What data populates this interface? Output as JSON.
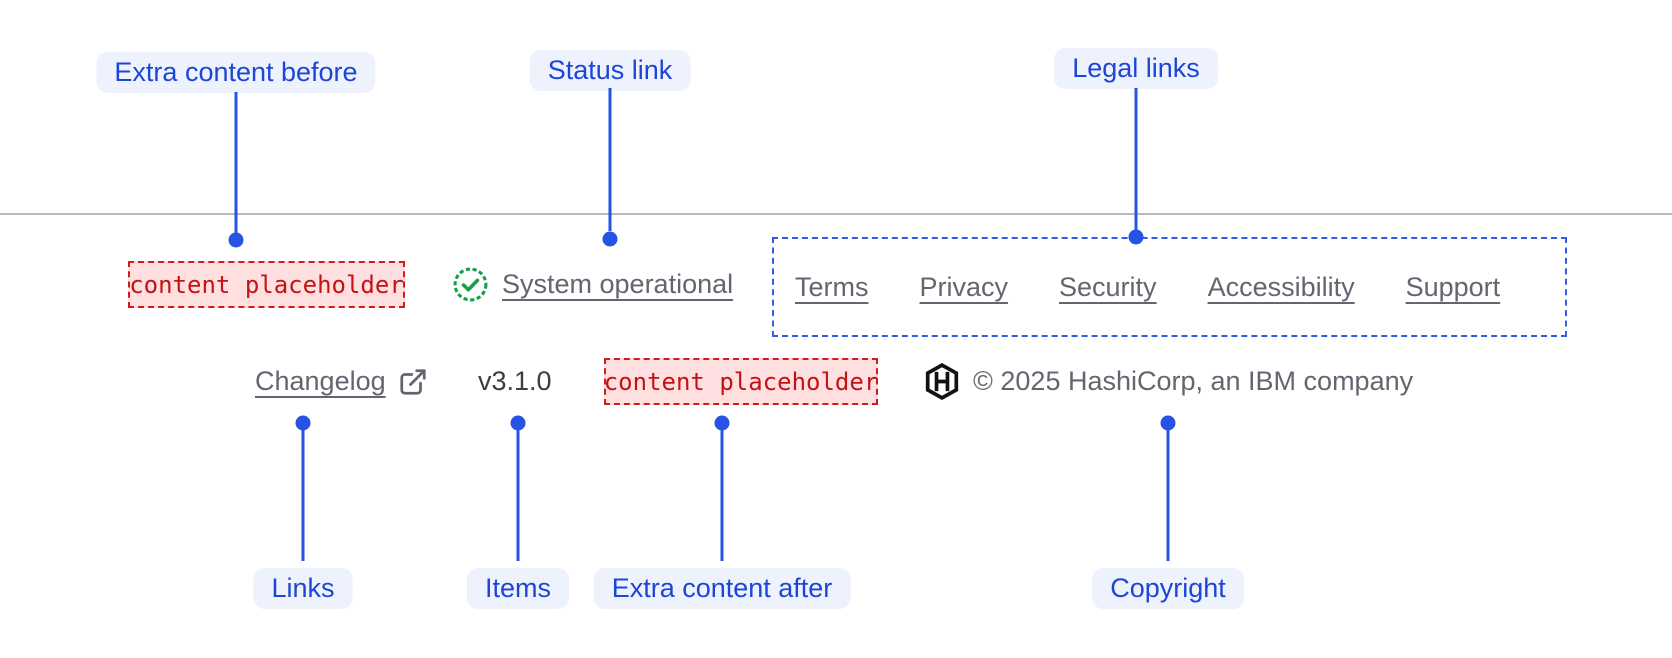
{
  "callouts": {
    "top": [
      {
        "label": "Extra content before"
      },
      {
        "label": "Status link"
      },
      {
        "label": "Legal links"
      }
    ],
    "bottom": [
      {
        "label": "Links"
      },
      {
        "label": "Items"
      },
      {
        "label": "Extra content after"
      },
      {
        "label": "Copyright"
      }
    ]
  },
  "footer": {
    "extra_content_before": {
      "placeholder_text": "content placeholder"
    },
    "status_link": {
      "icon": "check-circle-icon",
      "label": "System operational"
    },
    "legal_links": {
      "items": [
        {
          "label": "Terms"
        },
        {
          "label": "Privacy"
        },
        {
          "label": "Security"
        },
        {
          "label": "Accessibility"
        },
        {
          "label": "Support"
        }
      ]
    },
    "links": {
      "items": [
        {
          "label": "Changelog",
          "icon": "external-link-icon"
        }
      ]
    },
    "items": {
      "version": "v3.1.0"
    },
    "extra_content_after": {
      "placeholder_text": "content placeholder"
    },
    "copyright": {
      "icon": "hashicorp-logo-icon",
      "text": "© 2025 HashiCorp, an IBM company"
    }
  },
  "colors": {
    "callout_blue": "#2553e3",
    "callout_text_blue": "#1d45d8",
    "callout_pill_bg": "#edf2fd",
    "legal_box_dashed_blue": "#2f5ce8",
    "placeholder_red": "#c21414",
    "placeholder_bg": "#ffdfdf",
    "placeholder_border_red": "#d21c1c",
    "link_gray": "#66646f",
    "version_gray": "#3b3e45",
    "status_green": "#12a147",
    "divider_gray": "#b7bac1",
    "logo_black": "#101216"
  }
}
